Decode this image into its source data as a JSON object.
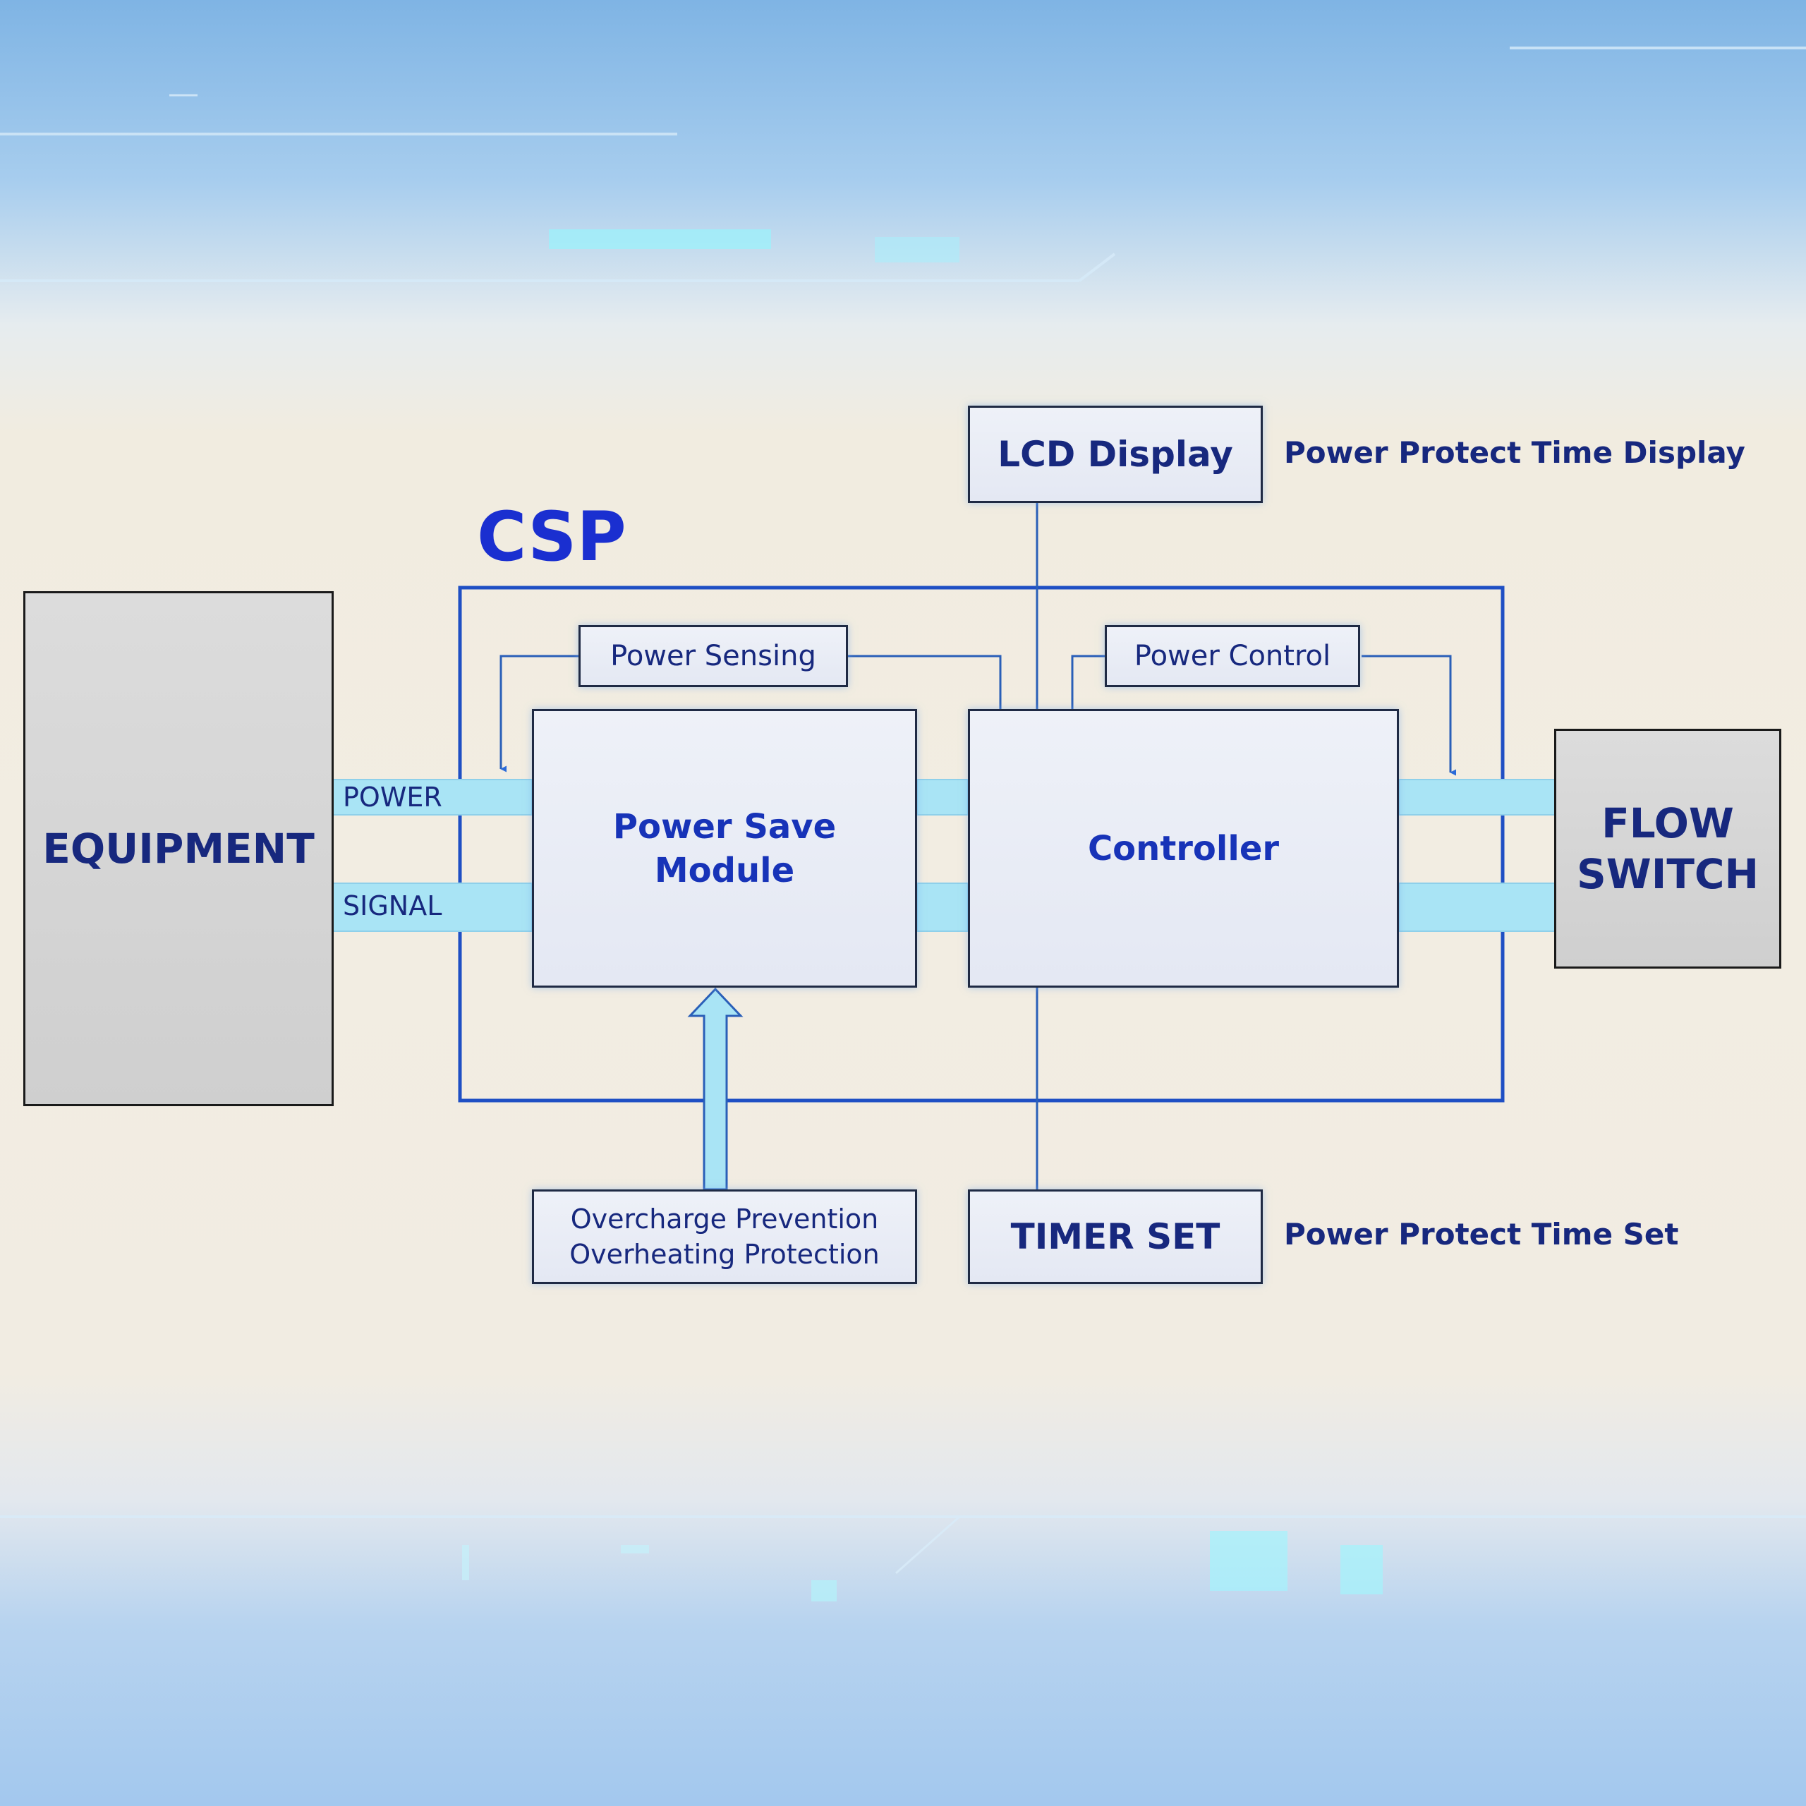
{
  "title": "CSP",
  "blocks": {
    "equipment": "EQUIPMENT",
    "flow_switch": [
      "FLOW",
      "SWITCH"
    ],
    "power_save_module": [
      "Power Save",
      "Module"
    ],
    "controller": "Controller",
    "power_sensing": "Power Sensing",
    "power_control": "Power Control",
    "lcd_display": "LCD Display",
    "timer_set": "TIMER SET",
    "protection": [
      "Overcharge Prevention",
      "Overheating Protection"
    ]
  },
  "links": {
    "power": "POWER",
    "signal": "SIGNAL"
  },
  "annotations": {
    "lcd_note": "Power Protect Time Display",
    "timer_note": "Power Protect Time Set"
  },
  "colors": {
    "frame": "#1f4fc4",
    "channel": "#a9e4f5",
    "navy_text": "#17287e",
    "blue_text": "#1733b8"
  }
}
